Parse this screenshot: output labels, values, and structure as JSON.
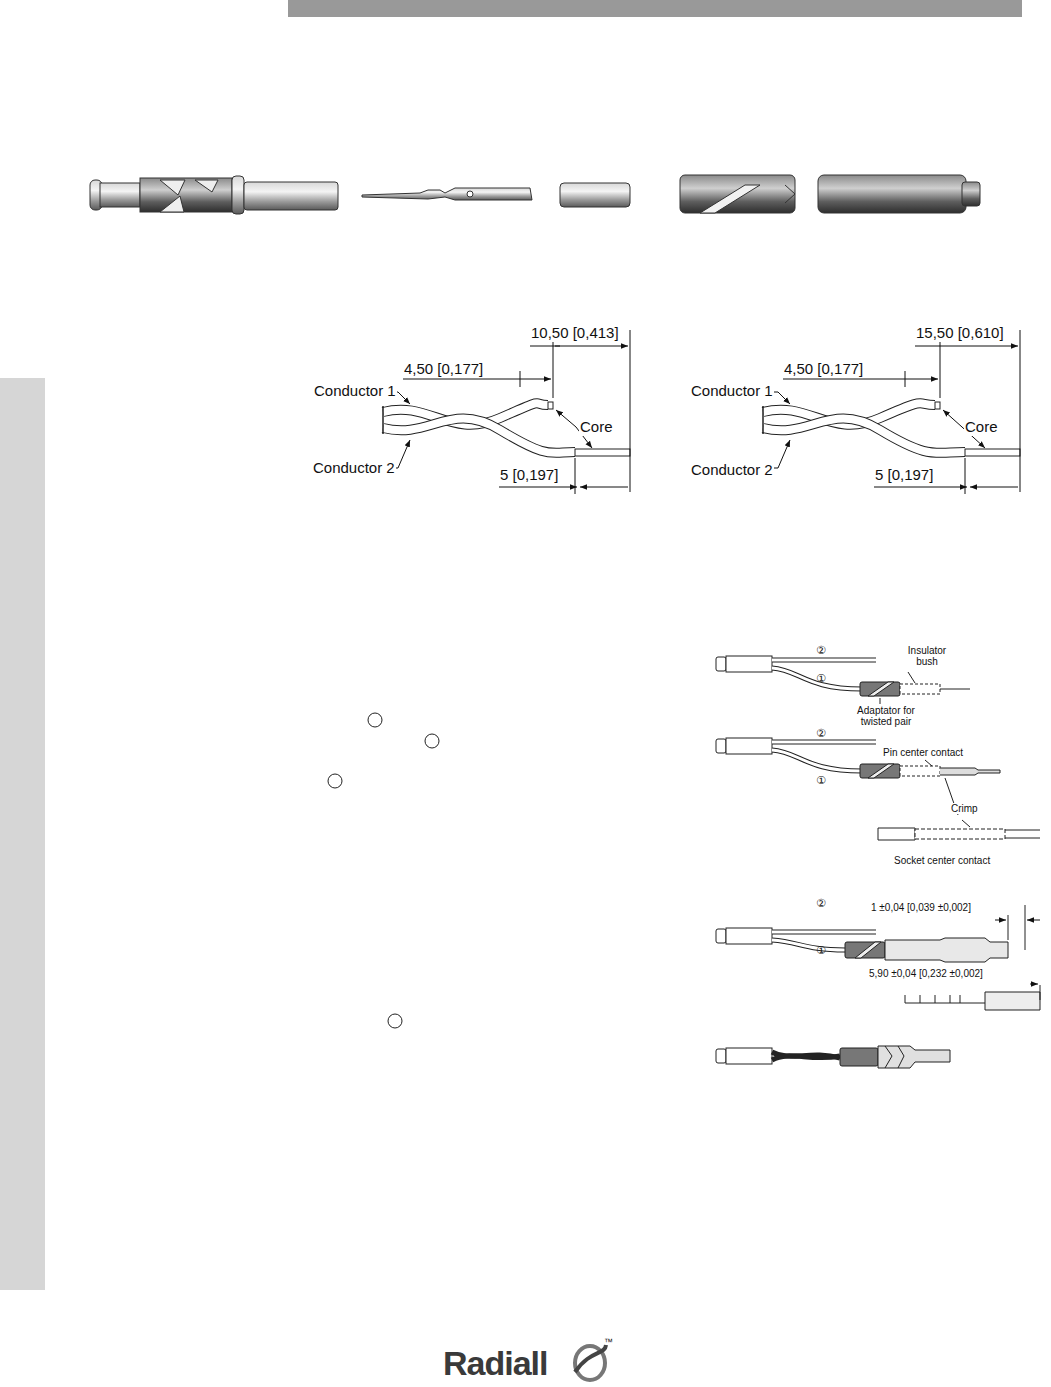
{
  "diagram": {
    "labels": [
      "10,50 [0,413]",
      "4,50 [0,177]",
      "Conductor 1",
      "Core",
      "Conductor 2",
      "5 [0,197]",
      "15,50 [0,610]",
      "4,50 [0,177]",
      "Conductor 1",
      "Core",
      "Conductor 2",
      "5 [0,197]",
      "②",
      "Insulator bush",
      "①",
      "Adaptator for twisted pair",
      "②",
      "Pin center contact",
      "①",
      "Crimp",
      "Socket center contact",
      "②",
      "1 ±0,04 [0,039 ±0,002]",
      "①",
      "5,90 ±0,04 [0,232 ±0,002]",
      "Radiall",
      "™"
    ]
  }
}
